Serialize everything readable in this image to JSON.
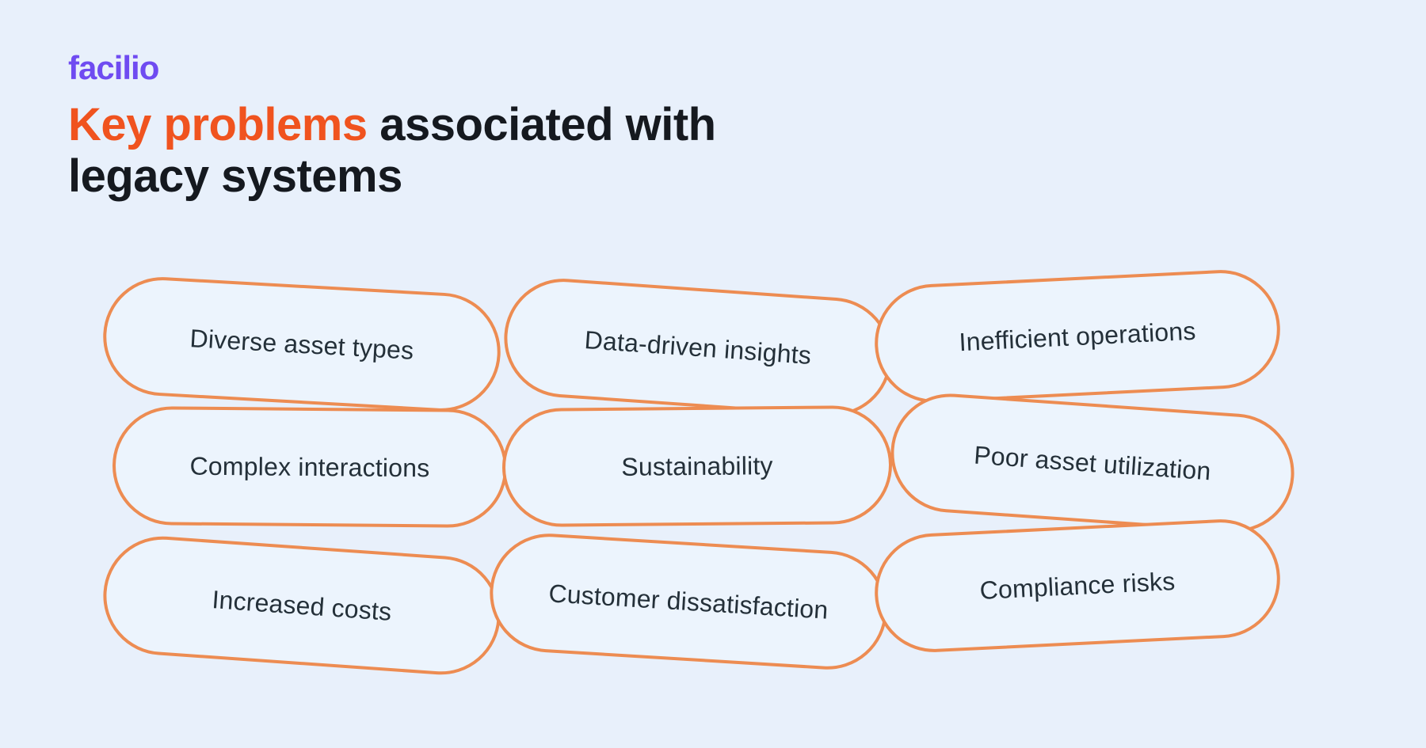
{
  "page": {
    "background_color": "#E8F0FB"
  },
  "logo": {
    "text": "facilio",
    "color": "#6F4BF1"
  },
  "title": {
    "highlight": "Key problems",
    "rest_line1": " associated with",
    "line2": "legacy systems",
    "highlight_color": "#F0531F",
    "text_color": "#15191F"
  },
  "style": {
    "pill_border_color": "#ED8C52",
    "pill_fill_color": "#ECF4FD",
    "pill_text_color": "#243039"
  },
  "pills": [
    {
      "label": "Diverse asset types"
    },
    {
      "label": "Data-driven insights"
    },
    {
      "label": "Inefficient operations"
    },
    {
      "label": "Complex interactions"
    },
    {
      "label": "Sustainability"
    },
    {
      "label": "Poor asset utilization"
    },
    {
      "label": "Increased costs"
    },
    {
      "label": "Customer dissatisfaction"
    },
    {
      "label": "Compliance risks"
    }
  ]
}
